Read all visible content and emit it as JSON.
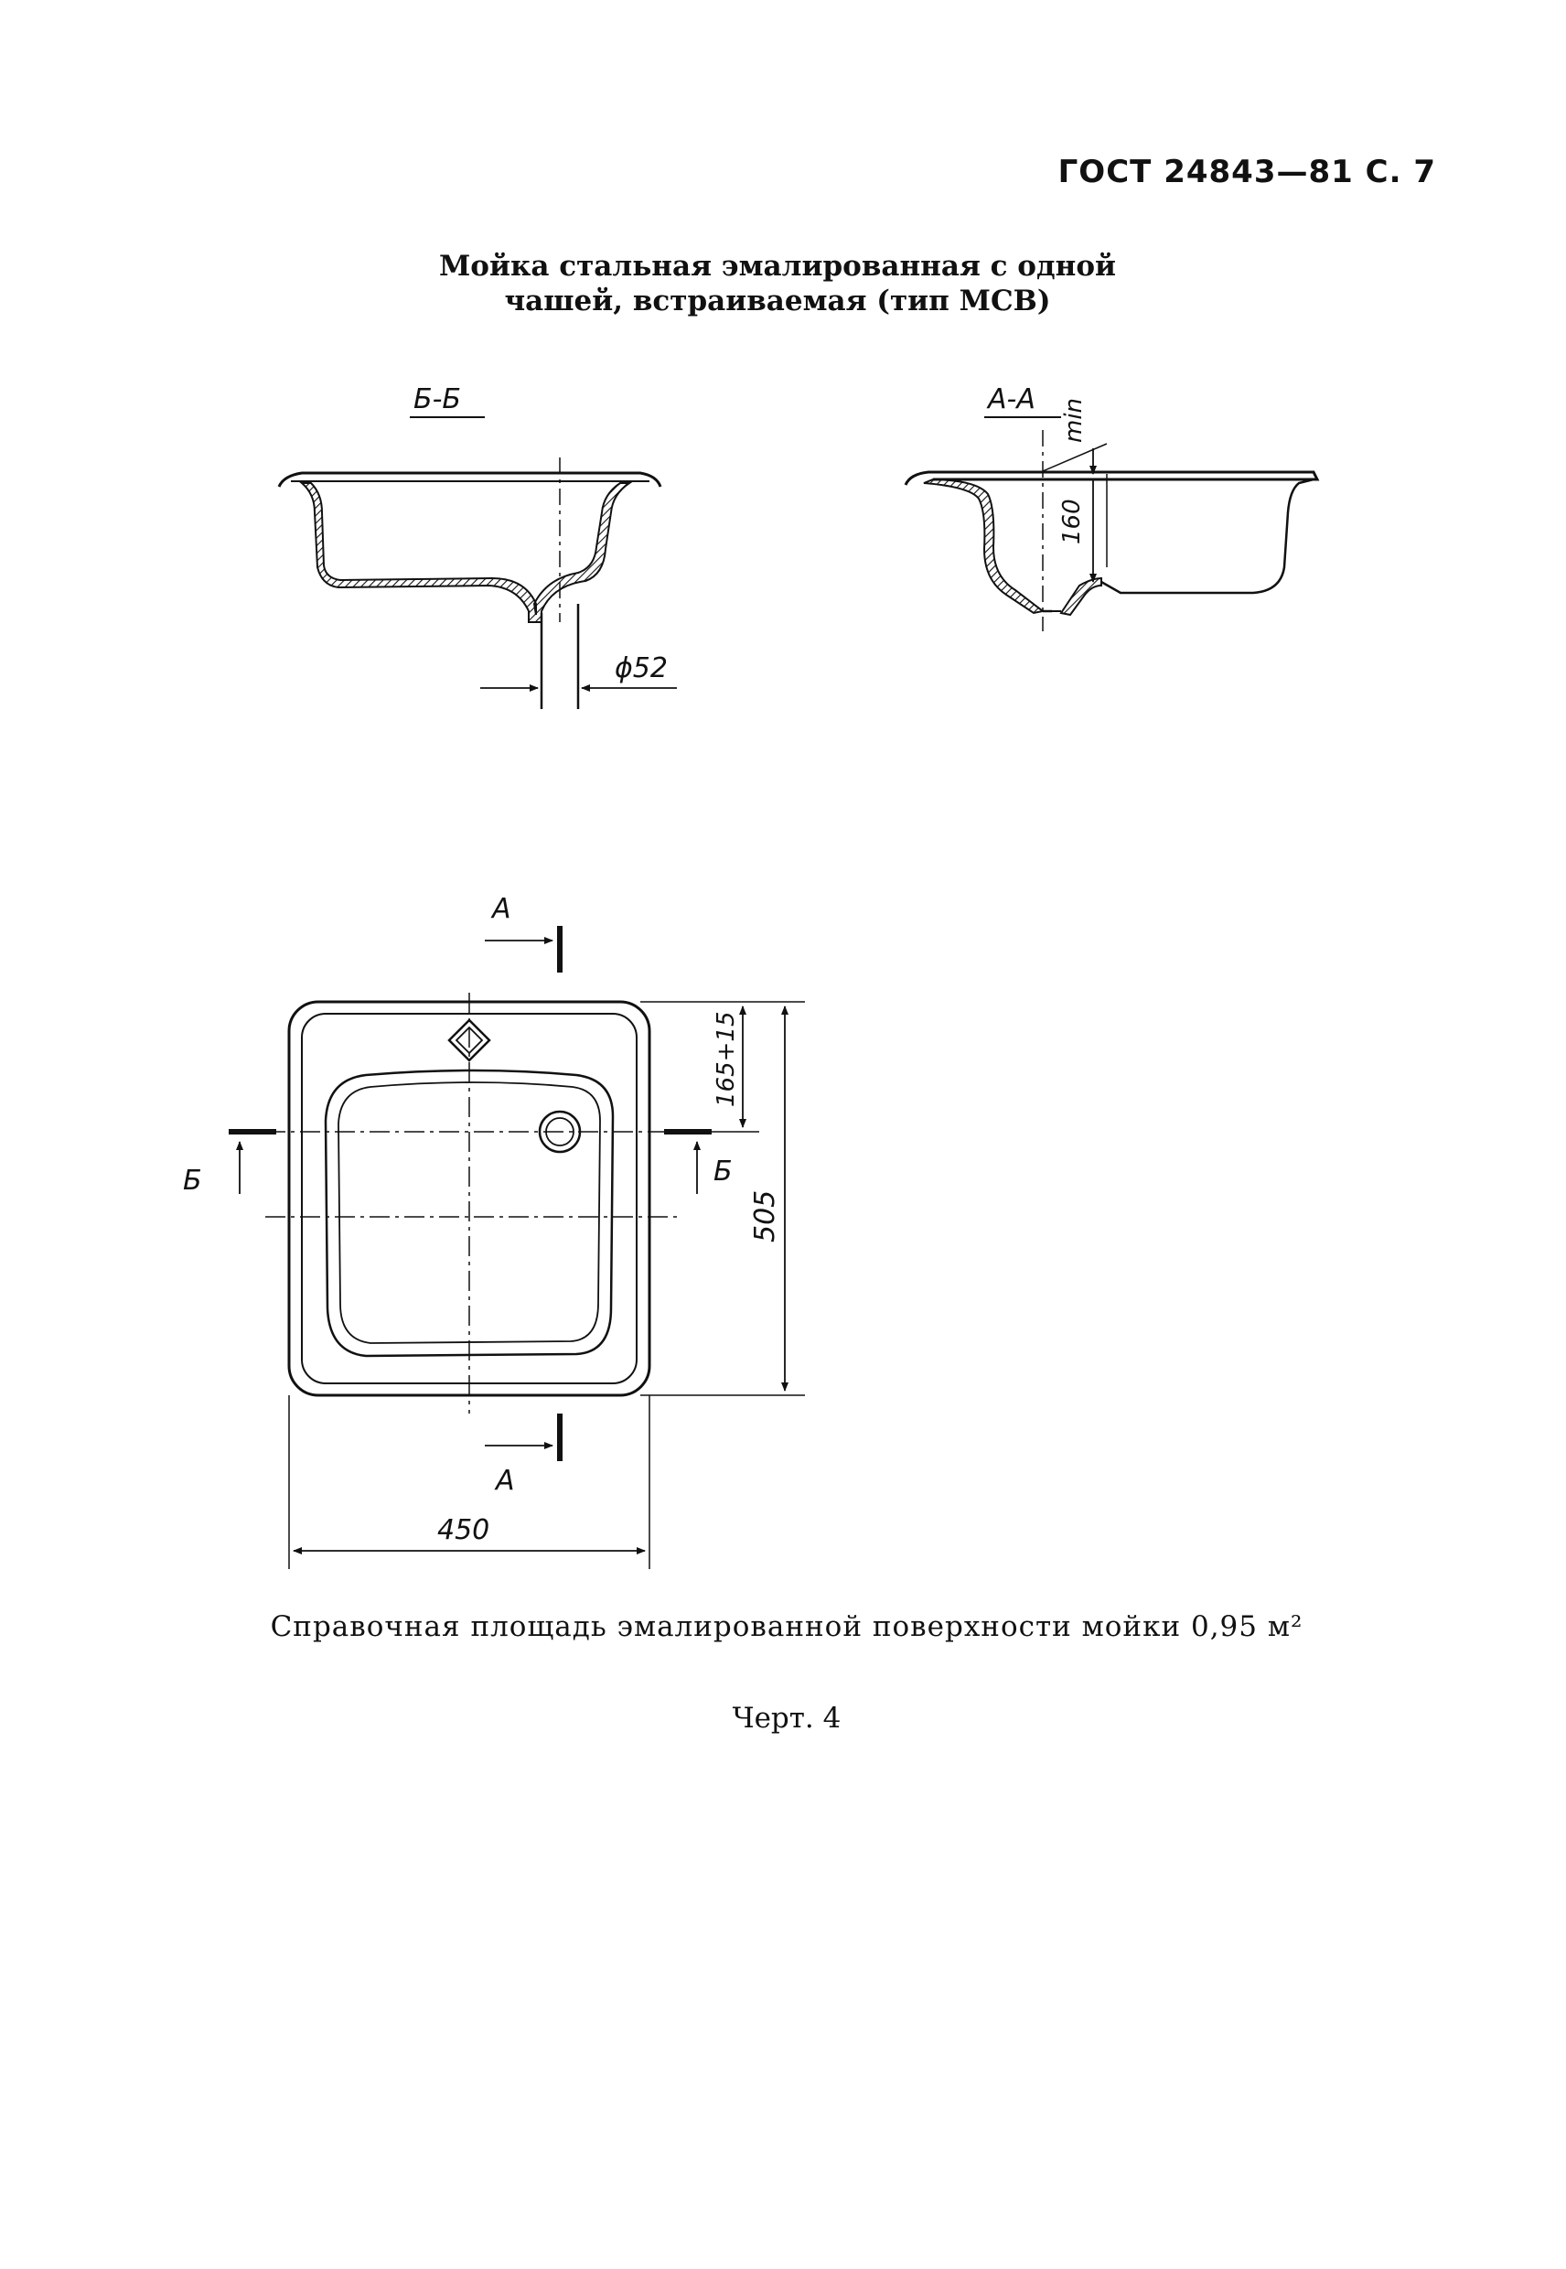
{
  "header": {
    "standard": "ГОСТ 24843—81 С. 7"
  },
  "title": {
    "line1": "Мойка стальная эмалированная с одной",
    "line2": "чашей, встраиваемая (тип МСВ)"
  },
  "sections": {
    "bb": {
      "label": "Б-Б",
      "diameter": "ϕ52"
    },
    "aa": {
      "label": "А-А",
      "min": "min",
      "depth": "160"
    }
  },
  "plan": {
    "cut_a": "А",
    "cut_b": "Б",
    "dim_offset": "165+15",
    "dim_length": "505",
    "dim_width": "450"
  },
  "note": "Справочная площадь эмалированной поверхности мойки 0,95 м²",
  "caption": "Черт. 4"
}
